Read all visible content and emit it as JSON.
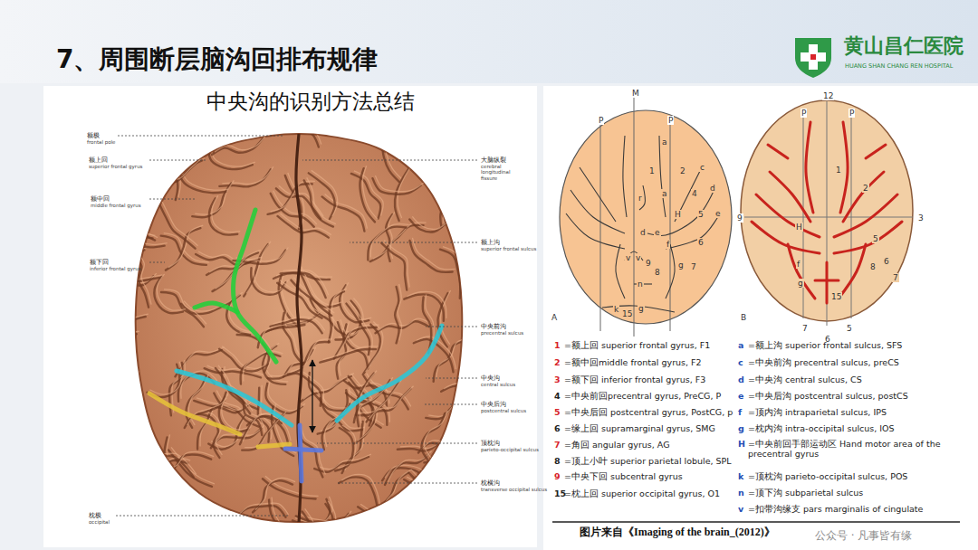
{
  "diagram": {
    "title": "7、周围断层脑沟回排布规律",
    "caption": "图片来自《Imaging of the brain_(2012)》",
    "labels": [
      "黄山昌仁医院",
      "HUANG SHAN CHANG REN HOSPITAL",
      "中央沟的识别方法总结",
      "额极",
      "frontal pole",
      "额上回",
      "superior frontal gyrus",
      "额中回",
      "middle frontal gyrus",
      "额下回",
      "inferior frontal gyrus",
      "大脑纵裂",
      "cerebral longitudinal fissure",
      "额上沟",
      "superior frontal sulcus",
      "中央前沟",
      "precentral sulcus",
      "中央沟",
      "central sulcus",
      "中央后沟",
      "postcentral sulcus",
      "顶枕沟",
      "parieto-occipital sulcus",
      "枕横沟",
      "transverse occipital sulcus",
      "枕极",
      "occipital",
      "M",
      "P",
      "P",
      "a",
      "1",
      "2",
      "c",
      "d",
      "a",
      "4",
      "r",
      "H",
      "5",
      "e",
      "6",
      "d",
      "e",
      "f",
      "v",
      "v",
      "9",
      "8",
      "g",
      "7",
      "n",
      "k",
      "15",
      "g",
      "A",
      "12",
      "P",
      "P",
      "1",
      "2",
      "H",
      "5",
      "f",
      "6",
      "8",
      "g",
      "7",
      "15",
      "9",
      "3",
      "7",
      "5",
      "6",
      "B",
      "1",
      "=额上回 superior frontal gyrus, F1",
      "2",
      "=额中回middle frontal gyrus, F2",
      "3",
      "=额下回 inferior frontal gyrus, F3",
      "4",
      "=中央前回precentral gyrus, PreCG, P",
      "5",
      "=中央后回 postcentral gyrus, PostCG, p",
      "6",
      "=缘上回 supramarginal gyrus, SMG",
      "7",
      "=角回 angular gyrus, AG",
      "8",
      "=顶上小叶 superior parietal lobule, SPL",
      "9",
      "=中央下回 subcentral gyrus",
      "15",
      "=枕上回 superior occipital gyrus, O1",
      "a",
      "=额上沟 superior frontal sulcus, SFS",
      "c",
      "=中央前沟 precentral sulcus, preCS",
      "d",
      "=中央沟 central sulcus, CS",
      "e",
      "=中央后沟 postcentral sulcus, postCS",
      "f",
      "=顶内沟 intraparietal sulcus, IPS",
      "g",
      "=枕内沟 intra-occipital sulcus, IOS",
      "H",
      "=中央前回手部运动区 Hand motor area of the precentral gyrus",
      "k",
      "=顶枕沟 parieto-occipital sulcus, POS",
      "n",
      "=顶下沟 subparietal sulcus",
      "v",
      "=扣带沟缘支 pars marginalis of cingulate",
      "公众号 · 凡事皆有缘"
    ]
  }
}
